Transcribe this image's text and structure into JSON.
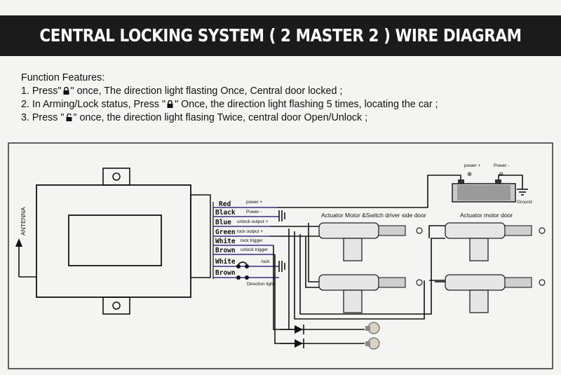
{
  "title": "CENTRAL LOCKING SYSTEM ( 2 MASTER 2 ) WIRE DIAGRAM",
  "features": {
    "heading": "Function Features:",
    "items": [
      {
        "pre": "1. Press\"",
        "post": "\" once, The direction light flasting Once, Central door locked ;",
        "icon": "lock-icon"
      },
      {
        "pre": "2. In Arming/Lock status, Press \"",
        "post": "\" Once, the direction light flashing 5 times,  locating the car ;",
        "icon": "lock-icon"
      },
      {
        "pre": "3. Press \"",
        "post": "\" once, the direction light flasing Twice, central door Open/Unlock ;",
        "icon": "unlock-icon"
      }
    ]
  },
  "diagram": {
    "antenna_label": "ANTENNA",
    "wires": [
      {
        "color": "Red",
        "signal": "power +"
      },
      {
        "color": "Black",
        "signal": "Power -"
      },
      {
        "color": "Blue",
        "signal": "unlock output +"
      },
      {
        "color": "Green",
        "signal": "lock output +"
      },
      {
        "color": "White",
        "signal": "lock trigger"
      },
      {
        "color": "Brown",
        "signal": "unlock trigger"
      },
      {
        "color": "White",
        "signal": "lock"
      },
      {
        "color": "Brown",
        "signal": "Direction light"
      }
    ],
    "battery": {
      "plus_label": "power +",
      "minus_label": "Power -",
      "plus_symbol": "⊕",
      "minus_symbol": "⊖"
    },
    "ground_label": "Ground",
    "actuator_driver_label": "Actuator Motor &Switch driver side door",
    "actuator_label": "Actuator motor door"
  }
}
